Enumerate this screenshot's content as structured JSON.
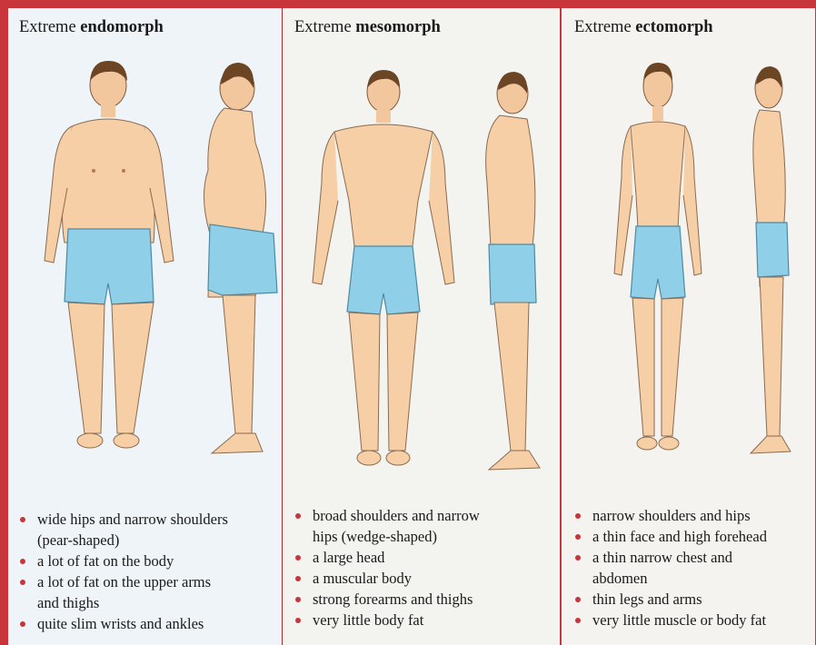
{
  "panels": [
    {
      "title_prefix": "Extreme ",
      "title_bold": "endomorph",
      "bullets": [
        "wide hips and narrow shoulders",
        "(pear-shaped)",
        "a lot of fat on the body",
        "a lot of fat on the upper arms",
        "and thighs",
        "quite slim wrists and ankles"
      ]
    },
    {
      "title_prefix": "Extreme ",
      "title_bold": "mesomorph",
      "bullets": [
        "broad shoulders and narrow",
        "hips (wedge-shaped)",
        "a large head",
        "a muscular body",
        "strong forearms and thighs",
        "very little body fat"
      ]
    },
    {
      "title_prefix": "Extreme ",
      "title_bold": "ectomorph",
      "bullets": [
        "narrow shoulders and hips",
        "a thin face and high forehead",
        "a thin narrow chest and",
        "abdomen",
        "thin legs and arms",
        "very little muscle or body fat"
      ]
    }
  ],
  "colors": {
    "border": "#c8353a",
    "skin": "#f6cfa6",
    "shorts": "#8fcfe8",
    "hair": "#6b4524"
  }
}
